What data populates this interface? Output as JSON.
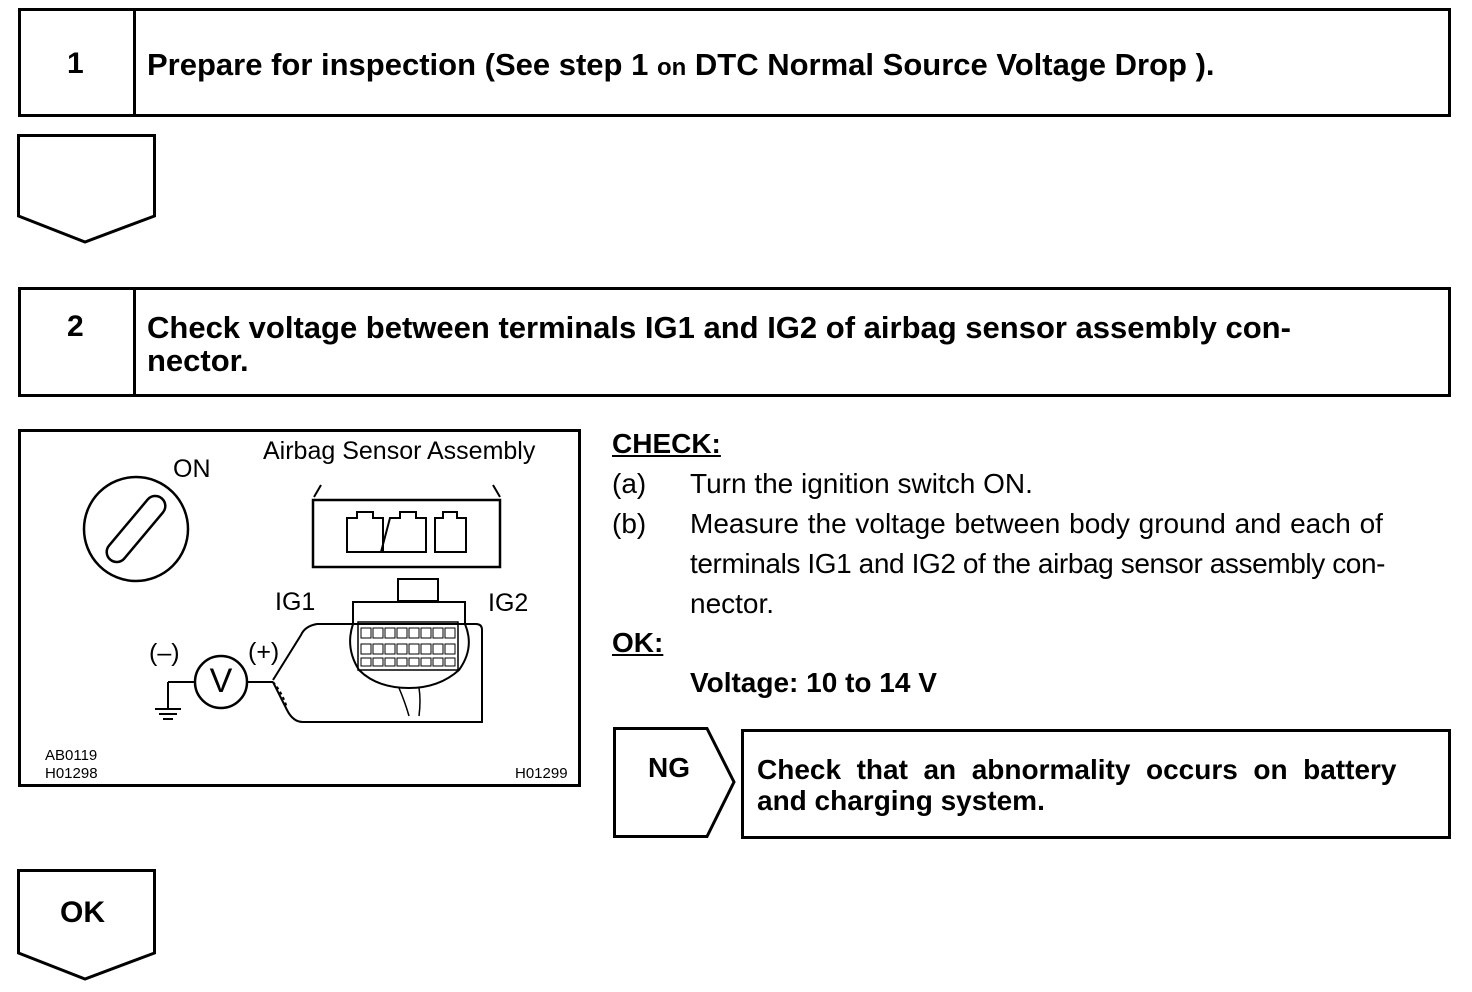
{
  "step1": {
    "number": "1",
    "title": "Prepare for inspection (See step 1",
    "title_on": "on",
    "title_ref": "DTC Normal Source Voltage Drop ).",
    "arrow_label": ""
  },
  "step2": {
    "number": "2",
    "title_line1": "Check voltage between terminals IG1 and IG2 of airbag sensor assembly con-",
    "title_line2": "nector."
  },
  "figure": {
    "ignition_label": "ON",
    "sensor_label": "Airbag Sensor Assembly",
    "ig1": "IG1",
    "ig2": "IG2",
    "minus": "(–)",
    "plus": "(+)",
    "meter": "V",
    "code1": "AB0119",
    "code2": "H01298",
    "code3": "H01299"
  },
  "check": {
    "heading": "CHECK:",
    "a_marker": "(a)",
    "a_text": "Turn the ignition switch ON.",
    "b_marker": "(b)",
    "b_line1": "Measure the voltage between body ground and each of",
    "b_line2": "terminals IG1 and IG2 of the airbag sensor assembly con-",
    "b_line3": "nector.",
    "ok_heading": "OK:",
    "ok_value": "Voltage: 10 to 14 V"
  },
  "ng": {
    "label": "NG",
    "text_line1": "Check  that  an  abnormality  occurs  on  battery",
    "text_line2": "and charging system."
  },
  "ok_arrow": {
    "label": "OK"
  }
}
